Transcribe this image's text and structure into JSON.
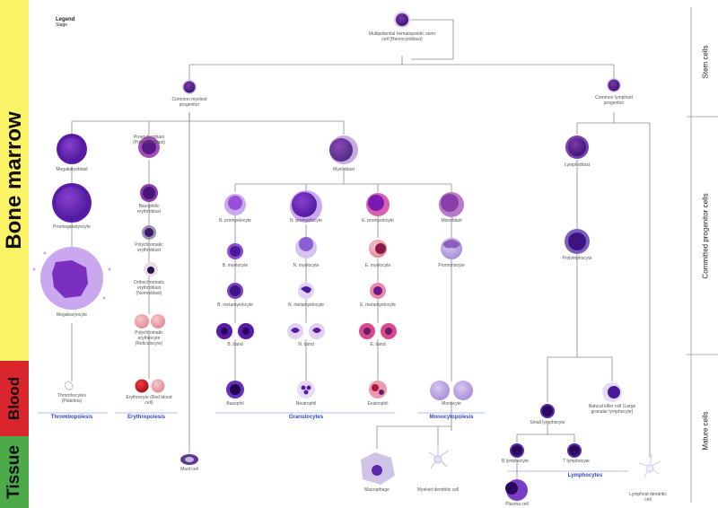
{
  "bands": {
    "marrow": "Bone marrow",
    "blood": "Blood",
    "tissue": "Tissue"
  },
  "stages": {
    "stem": "Stem cells",
    "committed": "Committed progenitor cells",
    "mature": "Mature cells"
  },
  "legend": {
    "title": "Legend",
    "subtitle": "Stage"
  },
  "colors": {
    "marrow": "#fbf466",
    "blood": "#d8262c",
    "tissue": "#4cab48",
    "group": "#3446c9",
    "line": "#8a8a8a"
  },
  "labels": {
    "hsc": "Multipotential hematopoietic stem cell (Hemocytoblast)",
    "cmp": "Common myeloid progenitor",
    "clp": "Common lymphoid progenitor",
    "megakaryoblast": "Megakaryoblast",
    "promegakaryocyte": "Promegakaryocyte",
    "megakaryocyte": "Megakaryocyte",
    "thrombocytes": "Thrombocytes (Platelets)",
    "proerythroblast": "Proerythroblast (Pronormoblast)",
    "basophilic_erythroblast": "Basophilic erythroblast",
    "polychromatic_erythroblast": "Polychromatic erythroblast",
    "orthochromatic_erythroblast": "Orthochromatic erythroblast (Normoblast)",
    "polychromatic_erythrocyte": "Polychromatic erythrocyte (Reticulocyte)",
    "erythrocyte": "Erythrocyte (Red blood cell)",
    "myeloblast": "Myeloblast",
    "b_promyelocyte": "B. promyelocyte",
    "n_promyelocyte": "N. promyelocyte",
    "e_promyelocyte": "E. promyelocyte",
    "monoblast": "Monoblast",
    "b_myelocyte": "B. myelocyte",
    "n_myelocyte": "N. myelocyte",
    "e_myelocyte": "E. myelocyte",
    "promonocyte": "Promonocyte",
    "b_metamyelocyte": "B. metamyelocyte",
    "n_metamyelocyte": "N. metamyelocyte",
    "e_metamyelocyte": "E. metamyelocyte",
    "b_band": "B. band",
    "n_band": "N. band",
    "e_band": "E. band",
    "basophil": "Basophil",
    "neutrophil": "Neutrophil",
    "eosinophil": "Eosinophil",
    "monocyte": "Monocyte",
    "mast_cell": "Mast cell",
    "macrophage": "Macrophage",
    "myeloid_dc": "Myeloid dendritic cell",
    "lymphoblast": "Lymphoblast",
    "prolymphocyte": "Prolymphocyte",
    "nk_cell": "Natural killer cell (Large granular lymphocyte)",
    "small_lymphocyte": "Small lymphocyte",
    "b_lymphocyte": "B lymphocyte",
    "t_lymphocyte": "T lymphocyte",
    "plasma_cell": "Plasma cell",
    "lymphoid_dc": "Lymphoid dendritic cell"
  },
  "groups": {
    "thrombopoiesis": "Thrombopoiesis",
    "erythropoiesis": "Erythropoiesis",
    "granulocytes": "Granulocytes",
    "monocytopoiesis": "Monocytopoiesis",
    "lymphocytes": "Lymphocytes"
  }
}
